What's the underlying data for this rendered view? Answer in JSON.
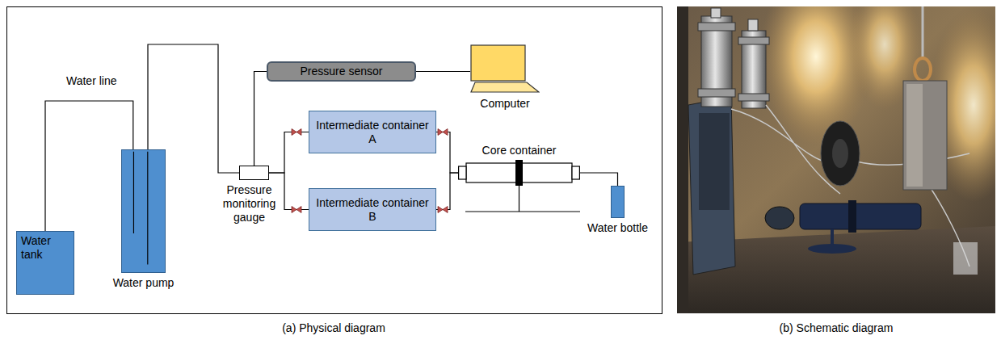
{
  "diagram": {
    "nodes": [
      {
        "text": [
          "Water tank"
        ]
      },
      {
        "text": [
          "Water pump"
        ]
      },
      {
        "text": [
          "Pressure monitoring gauge"
        ]
      },
      {
        "text": [
          "Pressure sensor"
        ]
      },
      {
        "text": [
          "Computer"
        ]
      },
      {
        "text": [
          "Intermediate container A"
        ]
      },
      {
        "text": [
          "Intermediate container B"
        ]
      },
      {
        "text": [
          "Core container"
        ]
      },
      {
        "text": [
          "Water bottle"
        ]
      }
    ],
    "edges": [
      {
        "from": 0,
        "to": 1,
        "arrow": "none",
        "label": "Water line"
      },
      {
        "from": 1,
        "to": 2,
        "arrow": "none"
      },
      {
        "from": 2,
        "to": 3,
        "arrow": "none"
      },
      {
        "from": 3,
        "to": 4,
        "arrow": "none"
      },
      {
        "from": 2,
        "to": 5,
        "arrow": "none"
      },
      {
        "from": 2,
        "to": 6,
        "arrow": "none"
      },
      {
        "from": 5,
        "to": 7,
        "arrow": "none"
      },
      {
        "from": 6,
        "to": 7,
        "arrow": "none"
      },
      {
        "from": 7,
        "to": 8,
        "arrow": "none"
      }
    ],
    "labels": [
      "(a) Physical diagram",
      "(b) Schematic diagram"
    ]
  }
}
